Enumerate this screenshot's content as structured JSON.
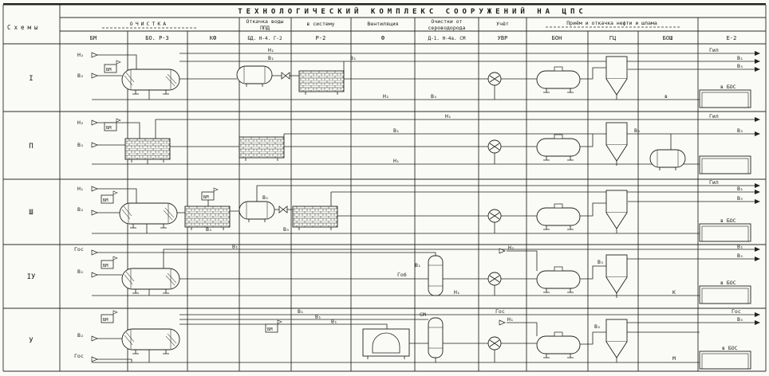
{
  "title": "ТЕХНОЛОГИЧЕСКИЙ  КОМПЛЕКС  СООРУЖЕНИЙ  НА  ЦПС",
  "schemes_col": "Схемы",
  "groups": {
    "ochistka": "ОЧИСТКА",
    "otkachka1": "Откачка воды",
    "otkachka2": "ППД",
    "vsistemu": "в систему",
    "ventilation": "Вентиляция",
    "sero1": "Очистки от",
    "sero2": "сероводорода",
    "uchet": "Учёт",
    "priem": "Приём  и  откачка  нефти  и  шлама"
  },
  "columns": {
    "c1": "БМ",
    "c2": "БО. Р-3",
    "c3": "КФ",
    "c4": "БД. Н-4. Г-2",
    "c5": "Р-2",
    "c6": "Ф",
    "c7": "Д-1. Н-4а. СМ",
    "c8": "УВР",
    "c9": "БОН",
    "c10": "ГЦ",
    "c11": "БОШ",
    "c12": "Е-2"
  },
  "colors": {
    "ink": "#222222",
    "paper": "#fafaf6"
  },
  "rows": [
    {
      "num": "I",
      "bm": "БМ",
      "in1": "Н₂",
      "in2": "В₂",
      "l1": "Н₁",
      "l2": "В₁",
      "l3": "В₁",
      "l4": "Н₂",
      "l5": "В₅",
      "l6": "в",
      "r1": "Гил",
      "r2": "В₁",
      "r3": "В₅",
      "out": "в БОС"
    },
    {
      "num": "П",
      "bm": "БМ",
      "in1": "Н₂",
      "in2": "В₂",
      "l1": "Н₁",
      "l2": "В₁",
      "l3": "Н₁",
      "l4": "В₅",
      "r1": "Гил",
      "r2": "В₅",
      "out": ""
    },
    {
      "num": "Ш",
      "bm": "БМ",
      "bm2": "БМ",
      "in1": "Н₁",
      "in2": "В₂",
      "l1": "В₁",
      "l2": "В₅",
      "l3": "В₅",
      "r1": "Гил",
      "r2": "В₁",
      "r3": "В₅",
      "out": "в БОС"
    },
    {
      "num": "IУ",
      "bm": "БМ",
      "in1": "Гос",
      "in2": "В₂",
      "l1": "В₁",
      "l2": "Гоб",
      "l3": "В₁",
      "l4": "Н₂",
      "l5": "Н₁",
      "l6": "В₅",
      "l7": "К",
      "r1": "В₁",
      "r2": "В₅",
      "out": "в БОС"
    },
    {
      "num": "У",
      "bm": "БМ",
      "bm2": "БМ",
      "in1": "В₂",
      "in2": "Гос",
      "l1": "В₁",
      "l2": "В₁",
      "l3": "В₁",
      "l4": "СМ",
      "l5": "Гос",
      "l6": "Н₁",
      "l7": "В₅",
      "l8": "М",
      "r1": "Гос",
      "r2": "В₅",
      "out": "в БОС"
    }
  ]
}
